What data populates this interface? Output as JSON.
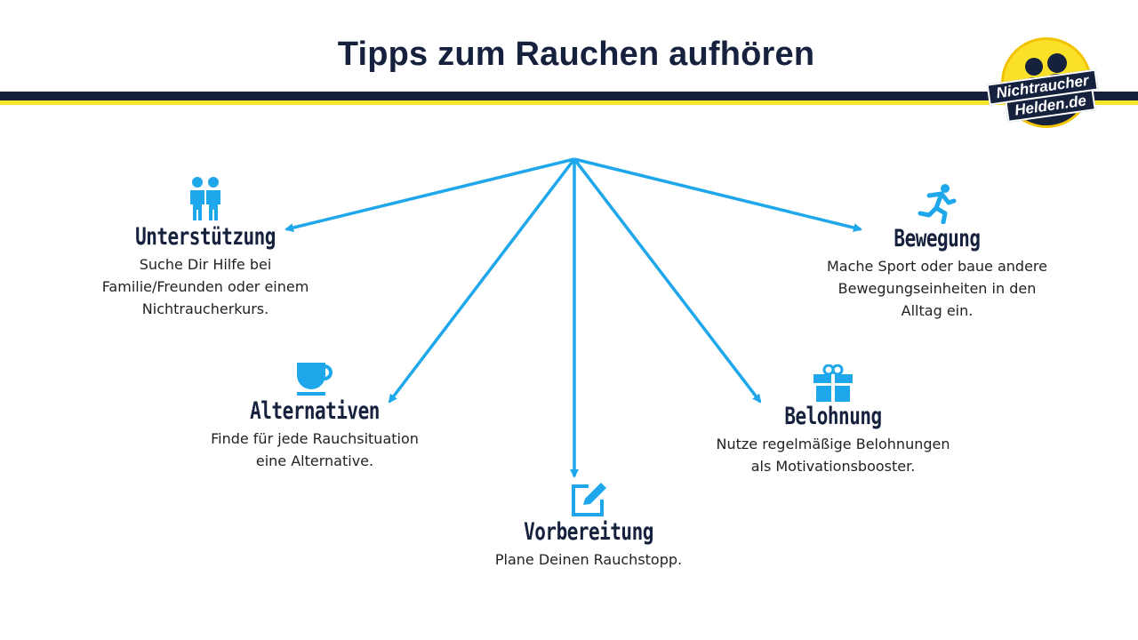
{
  "title": "Tipps zum Rauchen aufhören",
  "logo": {
    "line1": "Nichtraucher",
    "line2": "Helden.de"
  },
  "colors": {
    "navy": "#16213d",
    "yellow": "#f6e52c",
    "accent": "#1ea7ea"
  },
  "hub": "center-top",
  "nodes": [
    {
      "id": "unterstuetzung",
      "icon": "people-icon",
      "heading": "Unterstützung",
      "text": "Suche Dir Hilfe bei\nFamilie/Freunden  oder einem\nNichtraucherkurs."
    },
    {
      "id": "alternativen",
      "icon": "cup-icon",
      "heading": "Alternativen",
      "text": "Finde für jede Rauchsituation\neine Alternative."
    },
    {
      "id": "vorbereitung",
      "icon": "edit-icon",
      "heading": "Vorbereitung",
      "text": "Plane Deinen Rauchstopp."
    },
    {
      "id": "belohnung",
      "icon": "gift-icon",
      "heading": "Belohnung",
      "text": "Nutze regelmäßige Belohnungen\nals Motivationsbooster."
    },
    {
      "id": "bewegung",
      "icon": "running-icon",
      "heading": "Bewegung",
      "text": "Mache Sport oder baue andere\nBewegungseinheiten  in den\nAlltag ein."
    }
  ]
}
